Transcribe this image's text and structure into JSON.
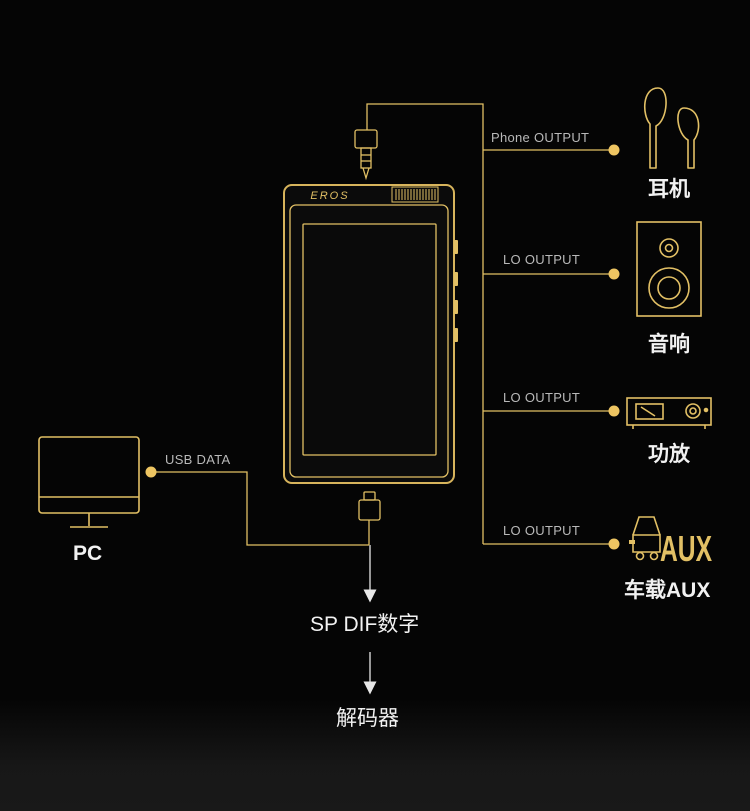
{
  "colors": {
    "gold": "#e2c065",
    "dot": "#eec562",
    "text": "#f2f2f2",
    "muted": "#b9b9b9",
    "background": "#050505"
  },
  "player": {
    "brand": "EROS"
  },
  "ports": {
    "phone_output": "Phone OUTPUT",
    "lo_output_1": "LO OUTPUT",
    "lo_output_2": "LO OUTPUT",
    "lo_output_3": "LO OUTPUT",
    "usb_data": "USB DATA"
  },
  "devices": {
    "headphones": {
      "label": "耳机",
      "icon": "headphones-icon"
    },
    "speaker": {
      "label": "音响",
      "icon": "speaker-icon"
    },
    "amplifier": {
      "label": "功放",
      "icon": "amplifier-icon"
    },
    "car_aux": {
      "label": "车载AUX",
      "icon": "car-aux-icon",
      "badge": "AUX"
    },
    "pc": {
      "label": "PC",
      "icon": "monitor-icon"
    }
  },
  "flow": {
    "spdif": "SP DIF数字",
    "decoder": "解码器"
  }
}
